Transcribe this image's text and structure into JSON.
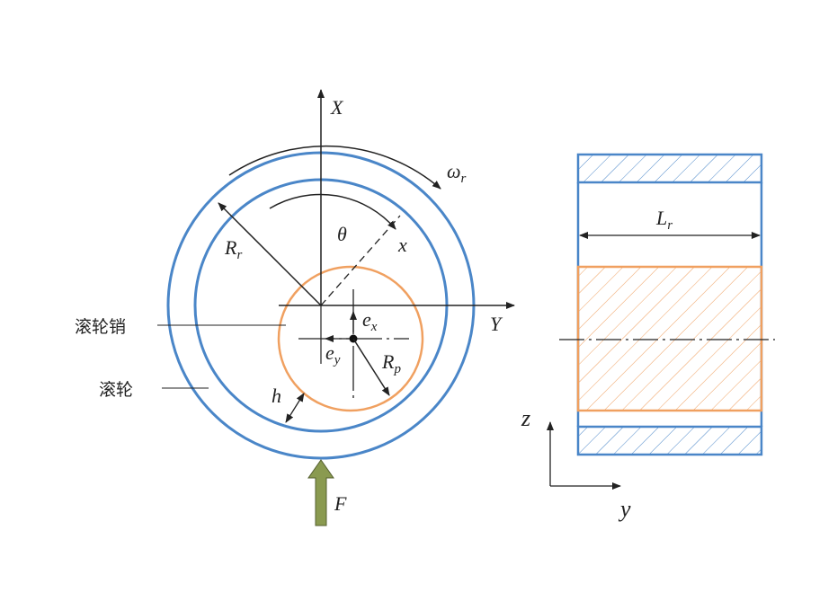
{
  "labels": {
    "X": "X",
    "Y": "Y",
    "omega": "ω",
    "omega_sub": "r",
    "theta": "θ",
    "x": "x",
    "R": "R",
    "R_sub": "r",
    "ex": "e",
    "ex_sub": "x",
    "ey": "e",
    "ey_sub": "y",
    "Rp": "R",
    "Rp_sub": "p",
    "h": "h",
    "F": "F",
    "L": "L",
    "L_sub": "r",
    "z": "z",
    "y": "y",
    "pin": "滚轮销",
    "roller": "滚轮"
  },
  "colors": {
    "roller": "#4a86c8",
    "pin": "#f0a060",
    "force": "#8a9a50"
  }
}
